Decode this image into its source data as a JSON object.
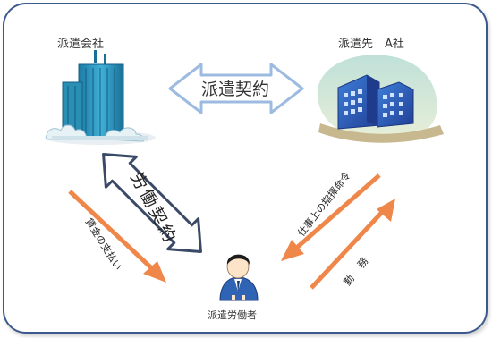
{
  "parties": {
    "dispatch_company": "派遣会社",
    "client_company": "派遣先　A社",
    "worker": "派遣労働者"
  },
  "relations": {
    "dispatch_contract": "派遣契約",
    "labor_contract": "労働契約",
    "wage_payment": "賃金の支払い",
    "work_instruction": "仕事上の指揮命令",
    "labor": "勤務"
  },
  "colors": {
    "frame_border": "#3c5a8c",
    "contract_arrow_outline": "#9dbbe0",
    "labor_contract_outline": "#3a4a66",
    "orange_arrow": "#f0874a",
    "building_teal": "#2a8fb4",
    "building_blue": "#2f5fb5"
  }
}
